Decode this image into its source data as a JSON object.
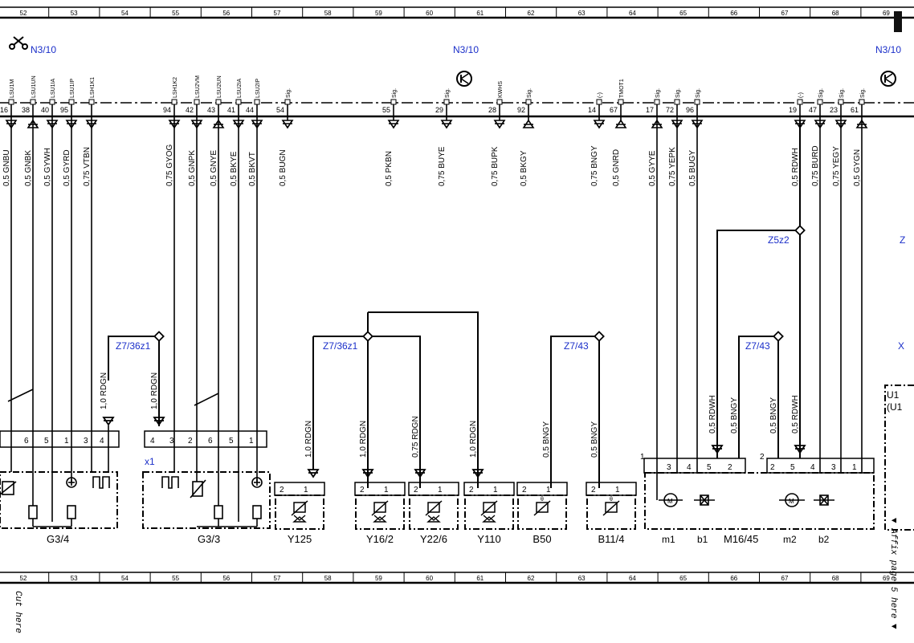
{
  "ruler": {
    "top_numbers": [
      "52",
      "53",
      "54",
      "55",
      "56",
      "57",
      "58",
      "59",
      "60",
      "61",
      "62",
      "63",
      "64",
      "65",
      "66",
      "67",
      "68",
      "69"
    ],
    "bottom_numbers": [
      "52",
      "53",
      "54",
      "55",
      "56",
      "57",
      "58",
      "59",
      "60",
      "61",
      "62",
      "63",
      "64",
      "65",
      "66",
      "67",
      "68",
      "69"
    ]
  },
  "module": {
    "label_left": "N3/10",
    "label_center": "N3/10",
    "label_right": "N3/10"
  },
  "pins": [
    {
      "name": "LSU1M",
      "num": "16"
    },
    {
      "name": "LSU1UN",
      "num": "38"
    },
    {
      "name": "LSU1IA",
      "num": "40"
    },
    {
      "name": "LSU1IP",
      "num": "95"
    },
    {
      "name": "LSH1K1",
      "num": ""
    },
    {
      "name": "LSH1K2",
      "num": "94"
    },
    {
      "name": "LSU2VM",
      "num": "42"
    },
    {
      "name": "LSU2UN",
      "num": "43"
    },
    {
      "name": "LSU2IA",
      "num": "41"
    },
    {
      "name": "LSU2IP",
      "num": "44"
    },
    {
      "name": "Sig.",
      "num": "54"
    },
    {
      "name": "Sig.",
      "num": "55"
    },
    {
      "name": "Sig.",
      "num": "29"
    },
    {
      "name": "KWHS",
      "num": "28"
    },
    {
      "name": "Sig.",
      "num": "92"
    },
    {
      "name": "(-)",
      "num": "14"
    },
    {
      "name": "TMOT1",
      "num": "67"
    },
    {
      "name": "Sig.",
      "num": "17"
    },
    {
      "name": "Sig.",
      "num": "72"
    },
    {
      "name": "Sig.",
      "num": "96"
    },
    {
      "name": "(-)",
      "num": "19"
    },
    {
      "name": "Sig.",
      "num": "47"
    },
    {
      "name": "Sig.",
      "num": "23"
    },
    {
      "name": "Sig.",
      "num": "61"
    }
  ],
  "wires": [
    "0,5 GNBU",
    "0,5 GNBK",
    "0,5 GYWH",
    "0,5 GYRD",
    "0,75 VTBN",
    "0,75 GYOG",
    "0,5 GNPK",
    "0,5 GNYE",
    "0,5 BKYE",
    "0,5 BKVT",
    "0,5 BUGN",
    "0,5 PKBN",
    "0,75 BUYE",
    "0,75 BUPK",
    "0,5 BKGY",
    "0,75 BNGY",
    "0,5 GNRD",
    "0,5 GYYE",
    "0,75 YEPK",
    "0,5 BUGY",
    "0,5 RDWH",
    "0,75 BURD",
    "0,75 YEGY",
    "0,5 GYGN"
  ],
  "lower_wires": {
    "g34_rdgn": "1,0 RDGN",
    "g33_rdgn": "1,0 RDGN",
    "y125_rdgn": "1,0 RDGN",
    "y162_rdgn": "1,0 RDGN",
    "y226_rdgn": "0,75 RDGN",
    "y110_rdgn": "1,0 RDGN",
    "b50_bngy": "0,5 BNGY",
    "b114_bngy": "0,5 BNGY",
    "m_rdwh1": "0,5 RDWH",
    "m_bngy1": "0,5 BNGY",
    "m_bngy2": "0,5 BNGY",
    "m_rdwh2": "0,5 RDWH"
  },
  "splices": {
    "z7_36z1_left": "Z7/36z1",
    "z7_36z1_mid": "Z7/36z1",
    "z7_43_a": "Z7/43",
    "z7_43_b": "Z7/43",
    "z5z2": "Z5z2",
    "edge_z": "Z",
    "edge_x": "X",
    "u1_a": "U1",
    "u1_b": "(U1"
  },
  "components": {
    "g34": "G3/4",
    "g33": "G3/3",
    "y125": "Y125",
    "y162": "Y16/2",
    "y226": "Y22/6",
    "y110": "Y110",
    "b50": "B50",
    "b114": "B11/4",
    "m1645": "M16/45",
    "m1": "m1",
    "b1": "b1",
    "m2": "m2",
    "b2": "b2",
    "x1": "x1"
  },
  "pin_labels": {
    "g34": [
      "6",
      "5",
      "1",
      "3",
      "4"
    ],
    "g33": [
      "4",
      "3",
      "2",
      "6",
      "5",
      "1"
    ],
    "two_pin": [
      "2",
      "1"
    ],
    "m_left_group": [
      "1",
      "3",
      "4",
      "5",
      "2"
    ],
    "m_right_group": [
      "2",
      "2",
      "5",
      "4",
      "3",
      "1"
    ]
  },
  "page_text": {
    "cut_here": "Cut here",
    "affix": "▼ Affix page 5 here ▼"
  }
}
